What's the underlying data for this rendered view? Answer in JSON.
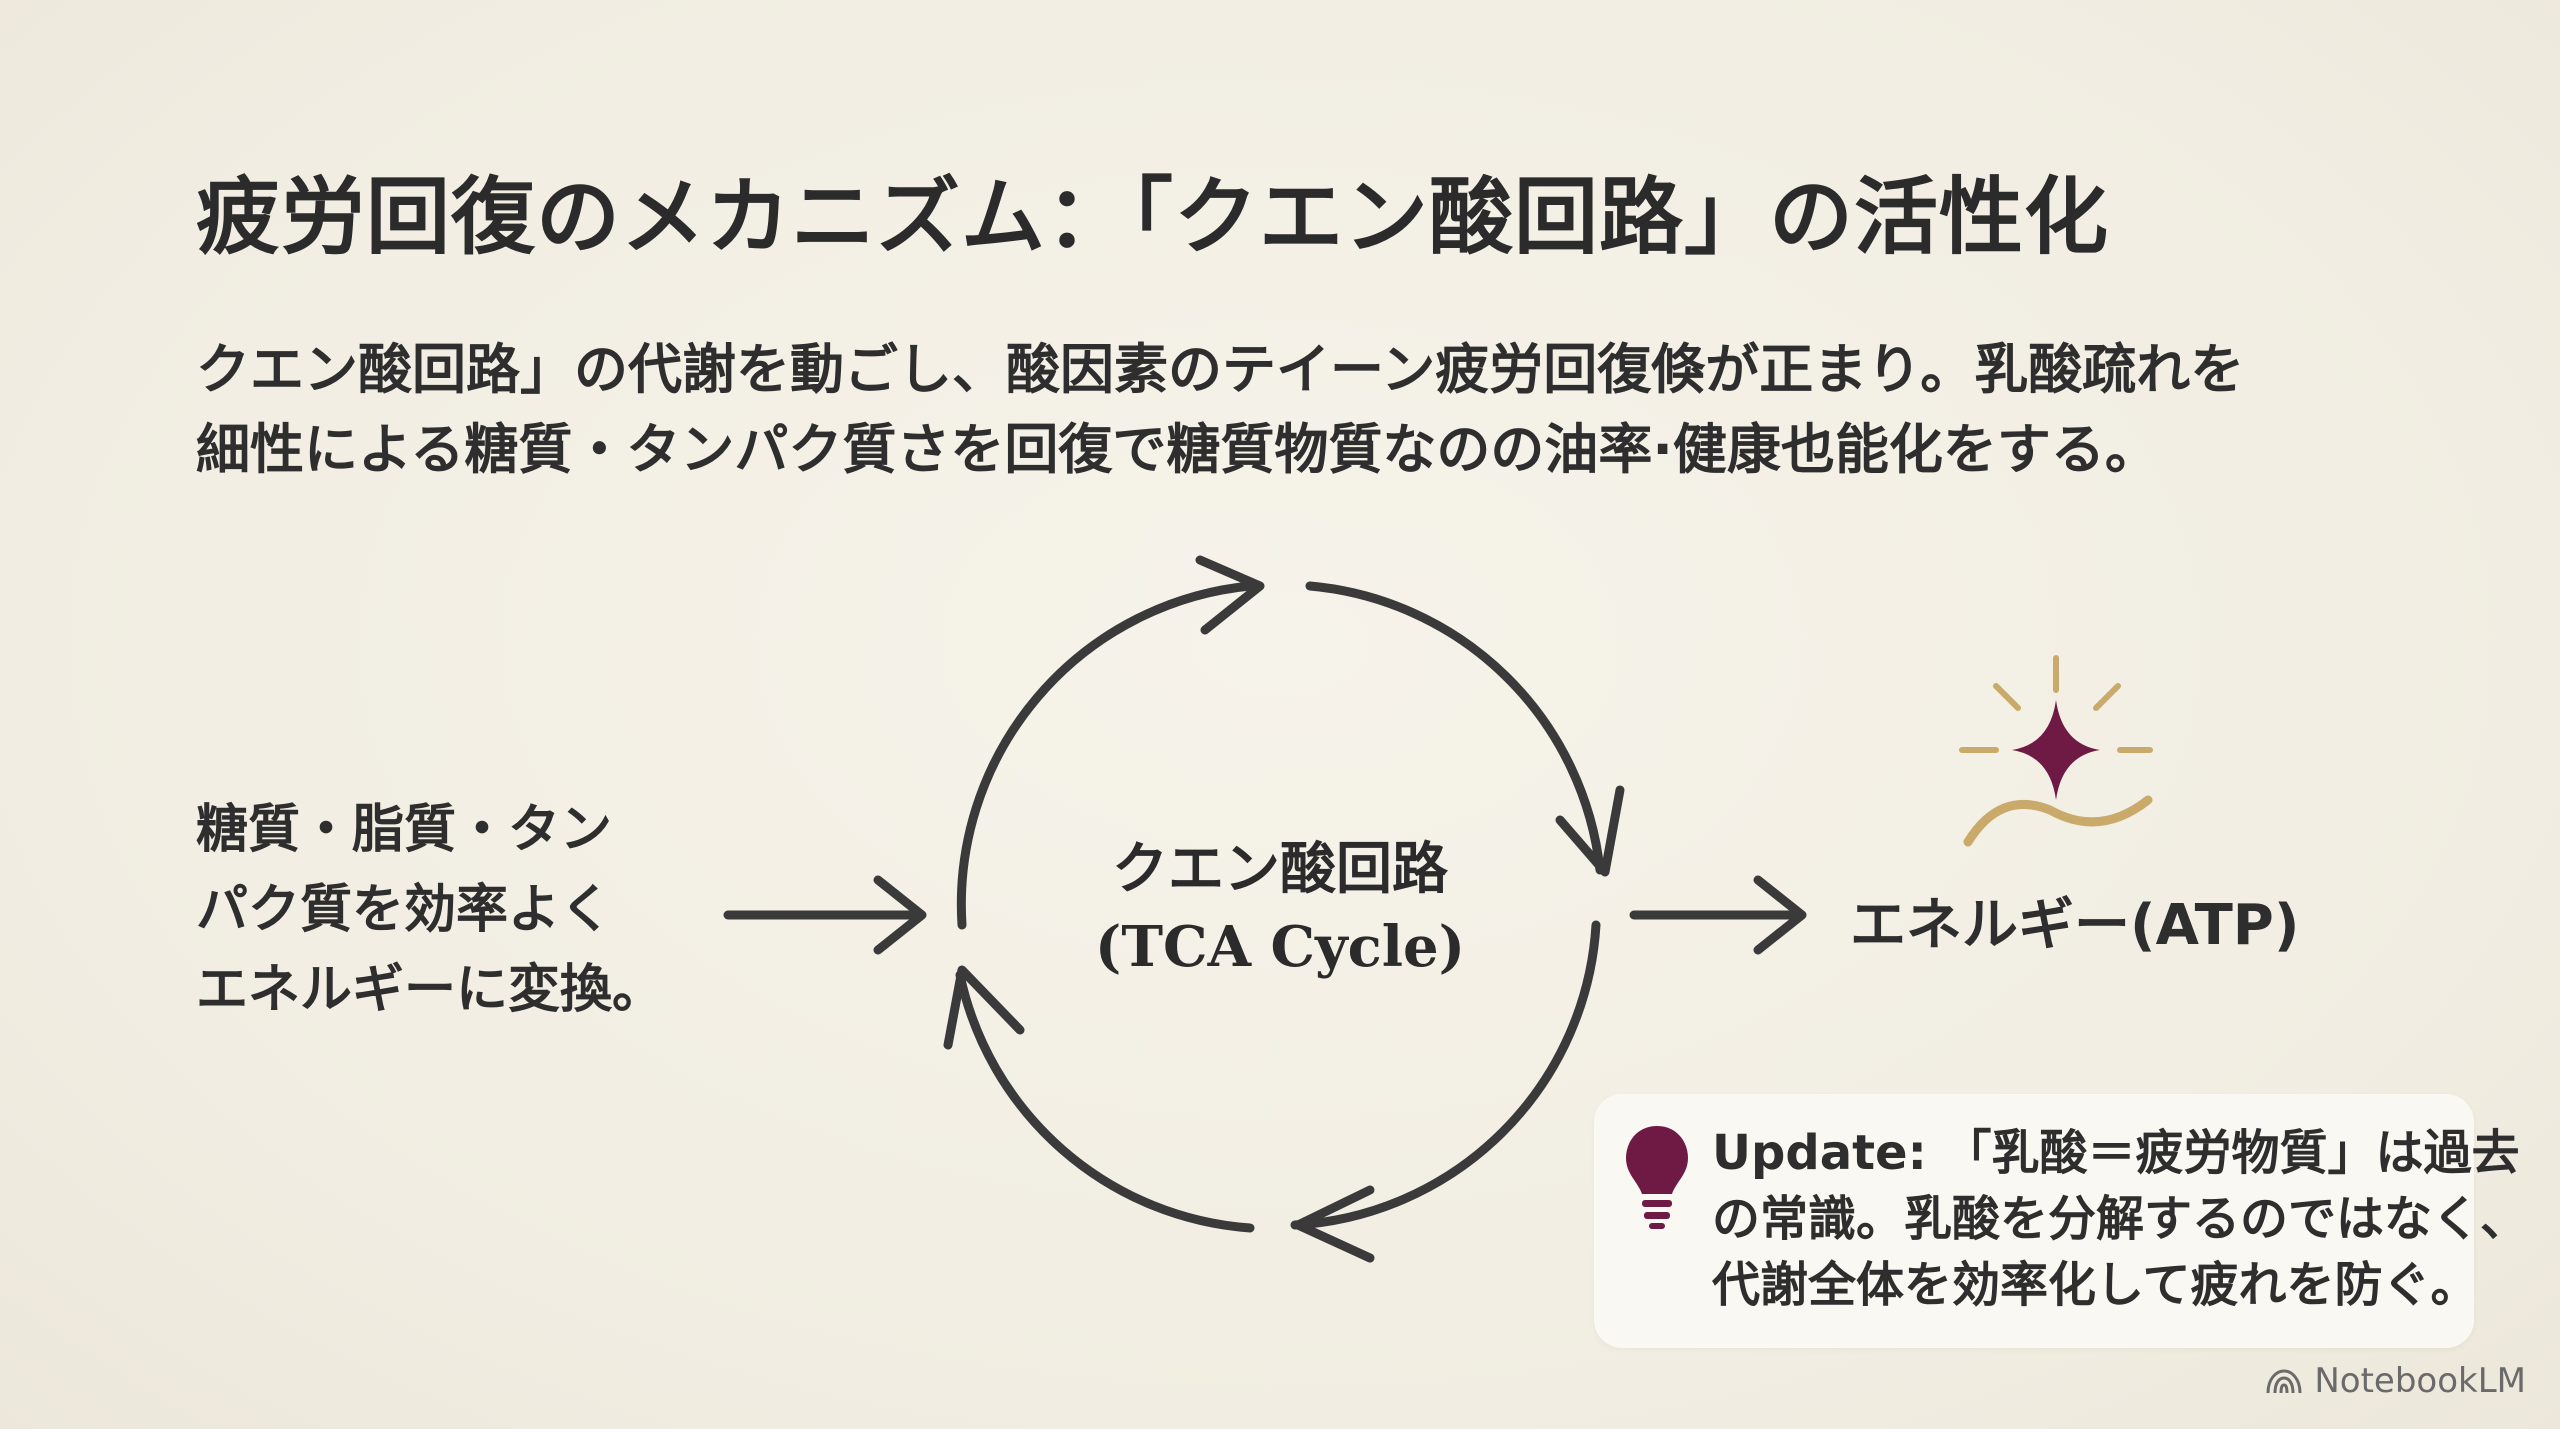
{
  "title": "疲労回復のメカニズム：「クエン酸回路」の活性化",
  "intro": {
    "line1": "クエン酸回路」の代謝を動ごし、酸因素のテイーン疲労回復倏が正まり。乳酸疏れを",
    "line2": "細性による糖質・タンパク質さを回復で糖質物質なのの油率·健康也能化をする。"
  },
  "diagram": {
    "input_lines": [
      "糖質・脂質・タン",
      "パク質を効率よく",
      "エネルギーに変換。"
    ],
    "cycle_label_lines": [
      "クエン酸回路",
      "(TCA Cycle)"
    ],
    "output_label": "エネルギー(ATP)"
  },
  "update": {
    "lines": [
      "Update: 「乳酸＝疲労物質」は過去",
      "の常識。乳酸を分解するのではなく、",
      "代謝全体を効率化して疲れを防ぐ。"
    ]
  },
  "brand": "NotebookLM",
  "colors": {
    "background": "#f2eee3",
    "arrow": "#3a3a3a",
    "accent_magenta": "#6e1a45",
    "accent_gold": "#c9aa6a"
  }
}
